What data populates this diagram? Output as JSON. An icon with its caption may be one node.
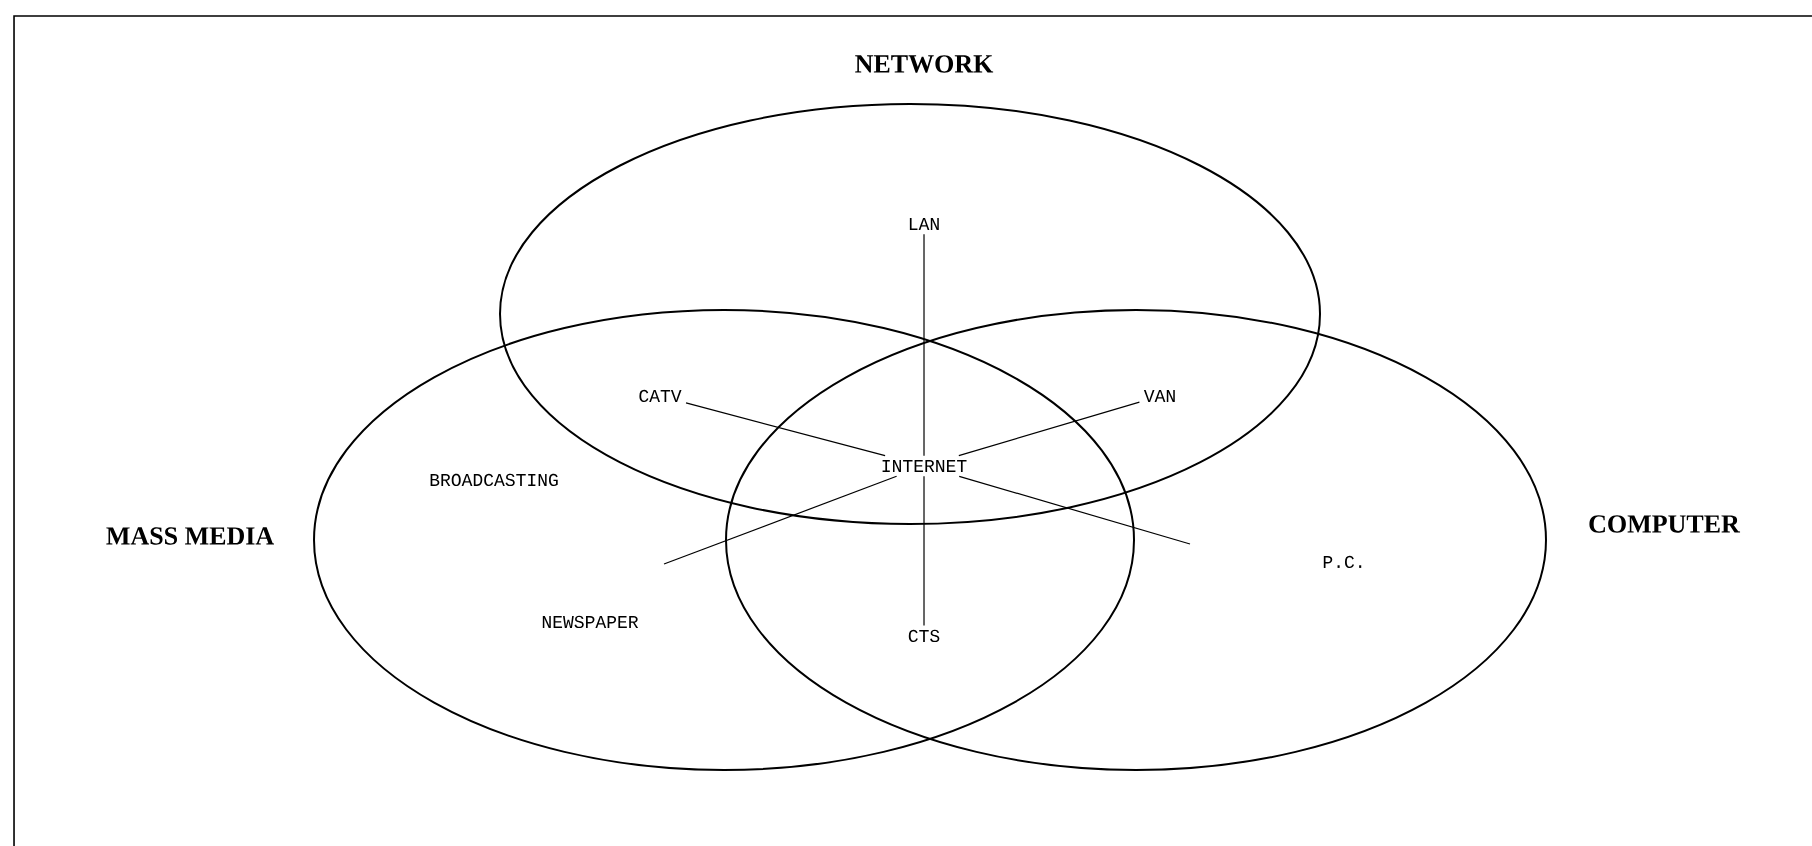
{
  "diagram": {
    "nodes": [
      {
        "text": [
          "NETWORK"
        ]
      },
      {
        "text": [
          "MASS MEDIA"
        ]
      },
      {
        "text": [
          "COMPUTER"
        ]
      },
      {
        "text": [
          "LAN"
        ],
        "in": 0
      },
      {
        "text": [
          "CATV"
        ]
      },
      {
        "text": [
          "VAN"
        ]
      },
      {
        "text": [
          "BROADCASTING"
        ],
        "in": 1
      },
      {
        "text": [
          "INTERNET"
        ]
      },
      {
        "text": [
          "NEWSPAPER"
        ],
        "in": 1
      },
      {
        "text": [
          "CTS"
        ]
      },
      {
        "text": [
          "P.C."
        ],
        "in": 2
      }
    ],
    "edges": [
      {
        "from": 3,
        "to": 7,
        "arrow": "none"
      },
      {
        "from": 4,
        "to": 7,
        "arrow": "none"
      },
      {
        "from": 5,
        "to": 7,
        "arrow": "none"
      },
      {
        "from": 7,
        "to": null,
        "arrow": "none"
      },
      {
        "from": 7,
        "to": null,
        "arrow": "none"
      },
      {
        "from": 7,
        "to": 9,
        "arrow": "none"
      }
    ]
  }
}
